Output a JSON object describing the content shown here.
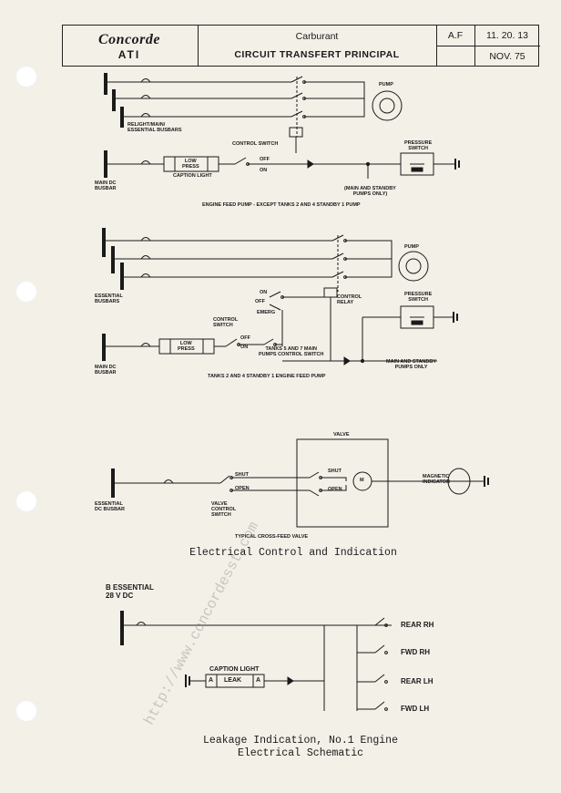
{
  "header": {
    "brand": "Concorde",
    "sub": "ATI",
    "section": "Carburant",
    "title": "CIRCUIT TRANSFERT PRINCIPAL",
    "code": "A.F",
    "ref": "11. 20. 13",
    "date": "NOV. 75"
  },
  "diagram1": {
    "pump": "PUMP",
    "relight_busbars": "RELIGHT/MAIN/\nESSENTIAL BUSBARS",
    "control_switch": "CONTROL SWITCH",
    "low_press": "LOW\nPRESS",
    "caption_light": "CAPTION LIGHT",
    "off": "OFF",
    "on": "ON",
    "pressure_switch": "PRESSURE\nSWITCH",
    "main_dc_busbar": "MAIN DC\nBUSBAR",
    "main_standby_note": "(MAIN AND STANDBY\nPUMPS ONLY)",
    "title": "ENGINE FEED PUMP - EXCEPT TANKS 2 AND 4 STANDBY 1 PUMP"
  },
  "diagram2": {
    "pump": "PUMP",
    "essential_busbars": "ESSENTIAL\nBUSBARS",
    "on": "ON",
    "off": "OFF",
    "emerg": "EMERG",
    "control_relay": "CONTROL\nRELAY",
    "pressure_switch": "PRESSURE\nSWITCH",
    "control_switch": "CONTROL\nSWITCH",
    "low_press": "LOW\nPRESS",
    "off2": "OFF",
    "on2": "ON",
    "tanks_note": "TANKS 5 AND 7 MAIN\nPUMPS CONTROL SWITCH",
    "main_standby_note": "MAIN AND STANDBY\nPUMPS ONLY",
    "main_dc_busbar": "MAIN DC\nBUSBAR",
    "title": "TANKS 2 AND 4 STANDBY 1 ENGINE FEED PUMP"
  },
  "diagram3": {
    "valve": "VALVE",
    "shut": "SHUT",
    "open": "OPEN",
    "shut_inner": "SHUT",
    "open_inner": "OPEN",
    "motor": "M",
    "magnetic_indicator": "MAGNETIC\nINDICATOR",
    "essential_dc_busbar": "ESSENTIAL\nDC BUSBAR",
    "valve_control_switch": "VALVE\nCONTROL\nSWITCH",
    "title": "TYPICAL CROSS-FEED VALVE"
  },
  "caption1": "Electrical Control and Indication",
  "diagram4": {
    "supply": "B ESSENTIAL\n28 V DC",
    "rear_rh": "REAR RH",
    "fwd_rh": "FWD RH",
    "rear_lh": "REAR LH",
    "fwd_lh": "FWD LH",
    "caption_light": "CAPTION LIGHT",
    "cl_a1": "A",
    "cl_leak": "LEAK",
    "cl_a2": "A"
  },
  "caption2": "Leakage Indication, No.1 Engine\nElectrical Schematic",
  "watermark": "http://www.concordesst.com"
}
